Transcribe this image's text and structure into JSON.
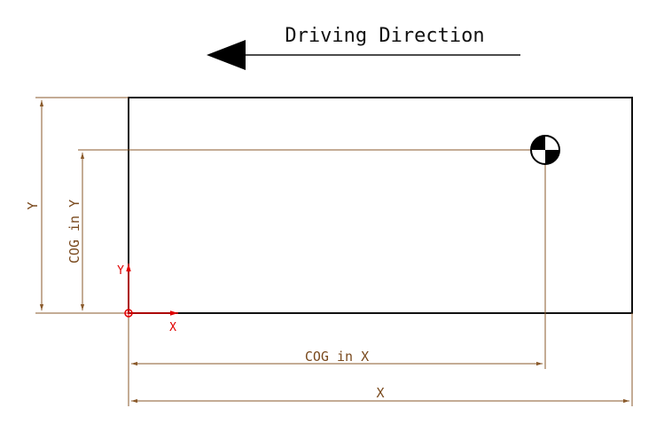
{
  "header": {
    "driving_direction_label": "Driving Direction"
  },
  "dimensions": {
    "overall_width_label": "X",
    "overall_height_label": "Y",
    "cog_x_label": "COG in X",
    "cog_y_label": "COG in Y"
  },
  "origin_axes": {
    "x_label": "X",
    "y_label": "Y"
  },
  "colors": {
    "dimension": "#8a5a2b",
    "outline": "#111111",
    "axis": "#e00000"
  },
  "icons": {
    "cog": "center-of-gravity-icon",
    "direction": "arrow-left-icon"
  }
}
